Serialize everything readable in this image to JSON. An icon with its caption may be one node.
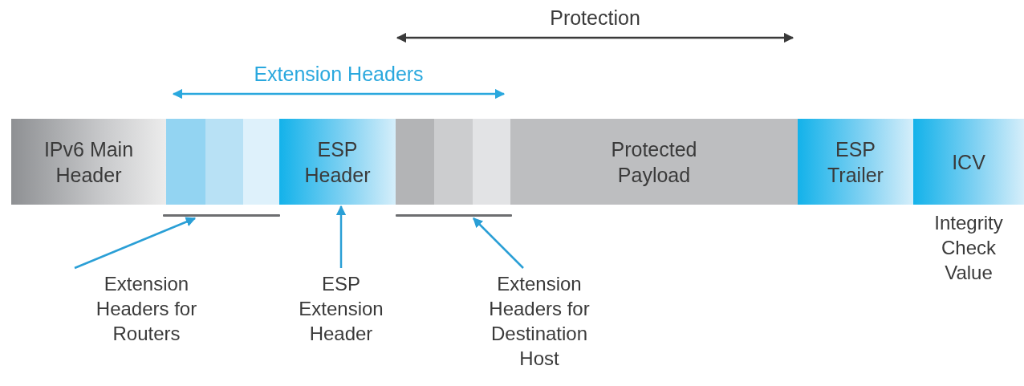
{
  "diagram": {
    "nodes": [
      {
        "text": [
          "IPv6 Main Header"
        ]
      },
      {
        "text": [],
        "shape": "box"
      },
      {
        "text": [],
        "shape": "box"
      },
      {
        "text": [],
        "shape": "box"
      },
      {
        "text": [
          "ESP Header"
        ]
      },
      {
        "text": [],
        "shape": "box"
      },
      {
        "text": [],
        "shape": "box"
      },
      {
        "text": [],
        "shape": "box"
      },
      {
        "text": [
          "Protected Payload"
        ]
      },
      {
        "text": [
          "ESP Trailer"
        ]
      },
      {
        "text": [
          "ICV"
        ],
        "beside": [
          "Integrity Check Value"
        ]
      },
      {
        "text": [],
        "shape": "bar"
      },
      {
        "text": [],
        "shape": "bar"
      },
      {
        "text": [
          "Extension Headers for Routers"
        ]
      },
      {
        "text": [
          "ESP Extension Header"
        ]
      },
      {
        "text": [
          "Extension Headers for Destination Host"
        ]
      }
    ],
    "edges": [
      {
        "from": 13,
        "to": 11,
        "arrow": "to"
      },
      {
        "from": 14,
        "to": 4,
        "arrow": "to"
      },
      {
        "from": 15,
        "to": 12,
        "arrow": "to"
      }
    ],
    "labels": [
      "Protection",
      "Extension Headers"
    ]
  }
}
